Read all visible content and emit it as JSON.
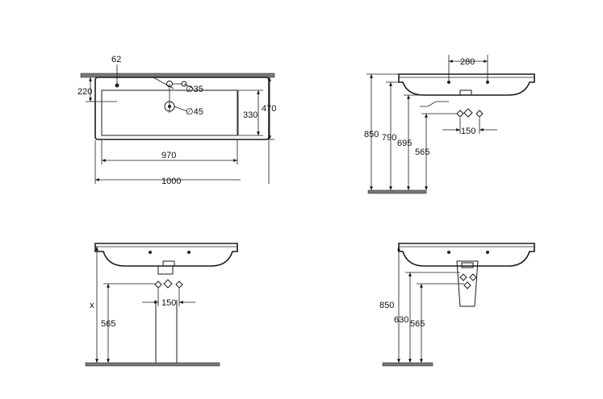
{
  "views": {
    "top": {
      "dim_62": "62",
      "dim_220": "220",
      "dim_35": "∅35",
      "dim_45": "∅45",
      "dim_330": "330",
      "dim_470": "470",
      "dim_970": "970",
      "dim_1000": "1000"
    },
    "side_right": {
      "dim_280": "280",
      "dim_150": "150",
      "dim_850": "850",
      "dim_790": "790",
      "dim_695": "695",
      "dim_565": "565"
    },
    "front_pedestal": {
      "dim_x": "x",
      "dim_565": "565",
      "dim_150": "150"
    },
    "front_semi_pedestal": {
      "dim_850": "850",
      "dim_630": "630",
      "dim_565": "565"
    }
  },
  "colors": {
    "line": "#1a1a1a",
    "floor_fill": "#777777",
    "background": "#ffffff"
  }
}
